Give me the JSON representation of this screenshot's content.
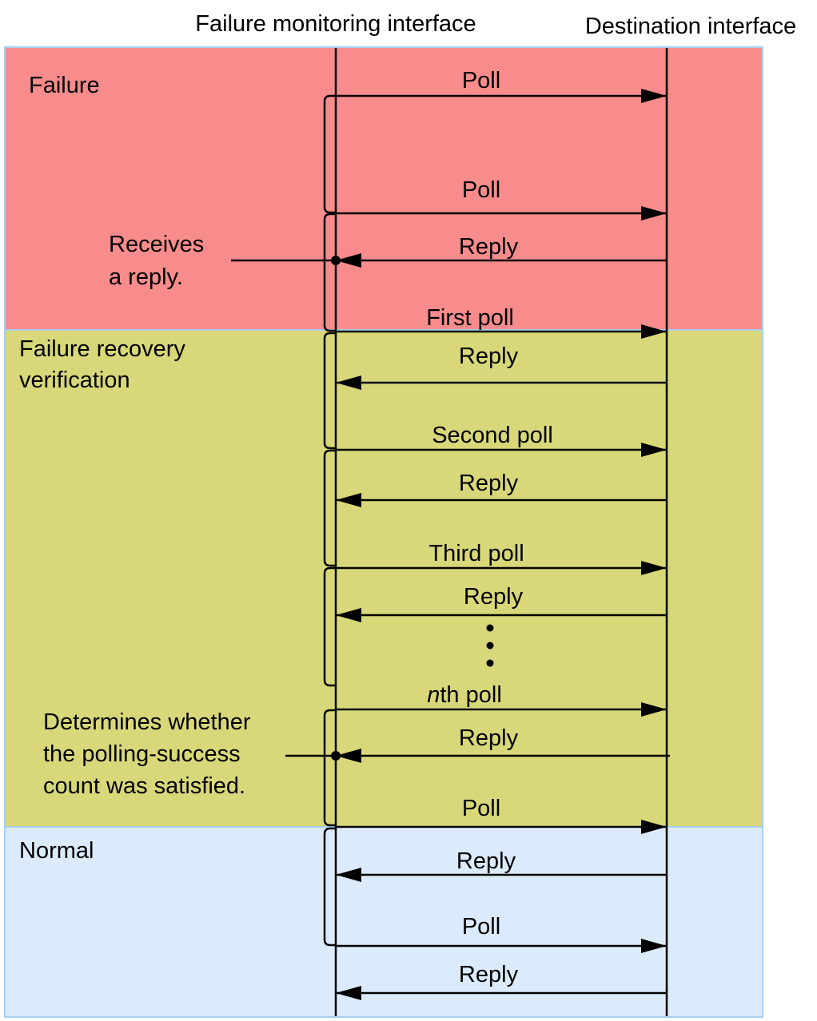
{
  "headers": {
    "left": "Failure monitoring interface",
    "right": "Destination interface"
  },
  "zones": [
    {
      "label_lines": [
        "Failure"
      ],
      "color": "#f88c8c"
    },
    {
      "label_lines": [
        "Failure recovery",
        "verification"
      ],
      "color": "#d8d87a"
    },
    {
      "label_lines": [
        "Normal"
      ],
      "color": "#dcebfb"
    }
  ],
  "colors": {
    "zone_border": "#a8cff0",
    "line": "#000000"
  },
  "messages": [
    {
      "text": "Poll",
      "dir": "right"
    },
    {
      "text": "Poll",
      "dir": "right"
    },
    {
      "text": "Reply",
      "dir": "left"
    },
    {
      "text": "First poll",
      "dir": "right"
    },
    {
      "text": "Reply",
      "dir": "left"
    },
    {
      "text": "Second poll",
      "dir": "right"
    },
    {
      "text": "Reply",
      "dir": "left"
    },
    {
      "text": "Third poll",
      "dir": "right"
    },
    {
      "text": "Reply",
      "dir": "left"
    },
    {
      "text_italic": "n",
      "text": "th poll",
      "dir": "right"
    },
    {
      "text": "Reply",
      "dir": "left"
    },
    {
      "text": "Poll",
      "dir": "right"
    },
    {
      "text": "Reply",
      "dir": "left"
    },
    {
      "text": "Poll",
      "dir": "right"
    },
    {
      "text": "Reply",
      "dir": "left"
    }
  ],
  "annotations": [
    {
      "lines": [
        "Receives",
        "a reply."
      ]
    },
    {
      "lines": [
        "Determines whether",
        "the polling-success",
        "count was satisfied."
      ]
    }
  ]
}
